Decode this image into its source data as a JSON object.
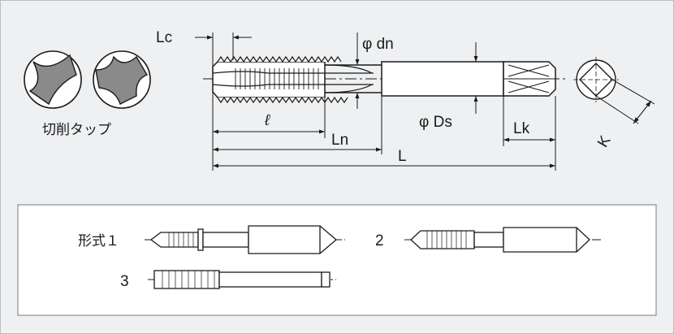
{
  "labels": {
    "lc": "Lc",
    "phi_dn": "φ dn",
    "phi_ds": "φ Ds",
    "ell": "ℓ",
    "ln": "Ln",
    "lk": "Lk",
    "l_total": "L",
    "k": "K",
    "cross_section_caption": "切削タップ"
  },
  "types": {
    "type1": "形式１",
    "type2": "2",
    "type3": "3"
  }
}
